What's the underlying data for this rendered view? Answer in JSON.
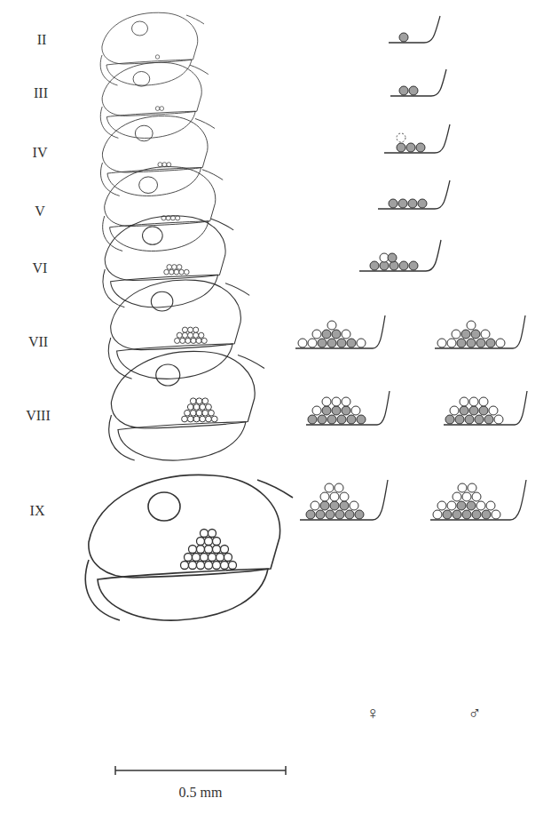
{
  "diagram": {
    "labels": [
      "II",
      "III",
      "IV",
      "V",
      "VI",
      "VII",
      "VIII",
      "IX",
      "♀",
      "♂",
      "0.5 mm"
    ]
  }
}
